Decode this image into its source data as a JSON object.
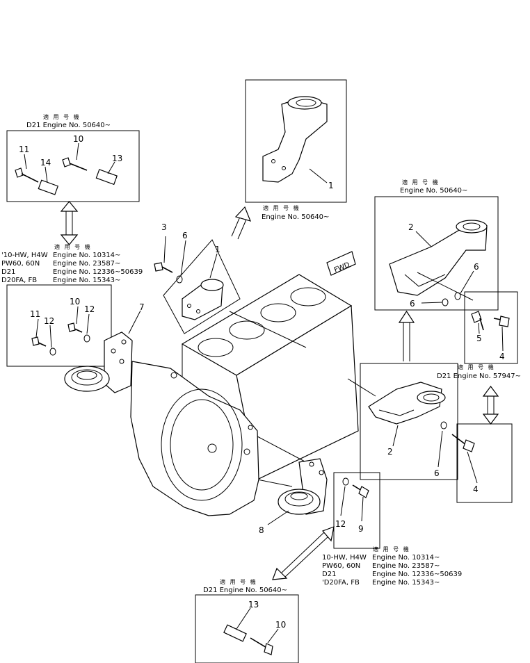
{
  "header_kanji": "適 用 号 機",
  "tables": [
    {
      "name": "top-left-callout",
      "rows": [
        [
          "D21 Engine No. 50640~"
        ]
      ]
    },
    {
      "name": "left-callout",
      "rows": [
        [
          "'10-HW, H4W",
          "Engine No. 10314~"
        ],
        [
          "PW60, 60N",
          "Engine No. 23587~"
        ],
        [
          "D21",
          "Engine No. 12336~50639"
        ],
        [
          "D20FA, FB",
          "Engine No. 15343~"
        ]
      ]
    },
    {
      "name": "top-center-callout",
      "rows": [
        [
          "Engine No. 50640~"
        ]
      ]
    },
    {
      "name": "right-top-callout",
      "rows": [
        [
          "Engine No. 50640~"
        ]
      ]
    },
    {
      "name": "right-mid-callout",
      "rows": [
        [
          "D21 Engine No. 57947~"
        ]
      ]
    },
    {
      "name": "bottom-right-callout",
      "rows": [
        [
          "10-HW, H4W",
          "Engine No. 10314~"
        ],
        [
          "PW60, 60N",
          "Engine No. 23587~"
        ],
        [
          "D21",
          "Engine No. 12336~50639"
        ],
        [
          "'D20FA, FB",
          "Engine No. 15343~"
        ]
      ]
    },
    {
      "name": "bottom-callout",
      "rows": [
        [
          "D21 Engine No. 50640~"
        ]
      ]
    }
  ],
  "fwd_label": "FWD",
  "part_numbers": {
    "tl_11": "11",
    "tl_14": "14",
    "tl_10": "10",
    "tl_13": "13",
    "tc_1": "1",
    "ml_3": "3",
    "ml_6": "6",
    "ml_1": "1",
    "l_10": "10",
    "l_12a": "12",
    "l_11": "11",
    "l_12b": "12",
    "l_7": "7",
    "r_2": "2",
    "r_6a": "6",
    "r_6b": "6",
    "r_5": "5",
    "r_4a": "4",
    "rm_2": "2",
    "rm_6": "6",
    "rm_4": "4",
    "b_8": "8",
    "b_12": "12",
    "b_9": "9",
    "bot_13": "13",
    "bot_10": "10"
  }
}
